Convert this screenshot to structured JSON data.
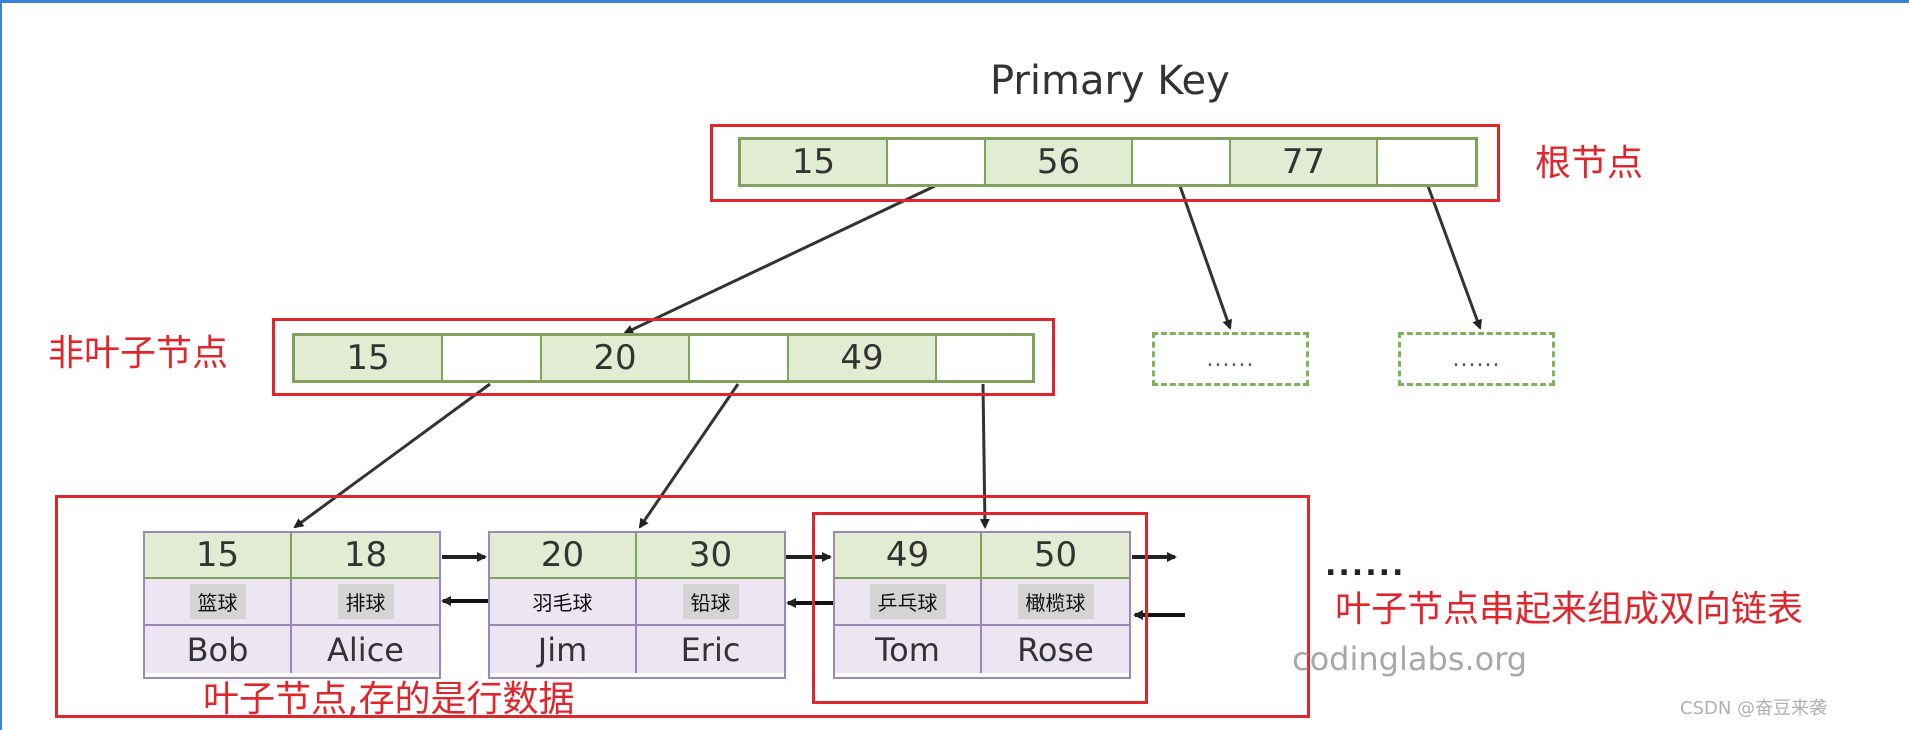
{
  "title": "Primary Key",
  "labels": {
    "root": "根节点",
    "non_leaf": "非叶子节点",
    "leaf_linked": "叶子节点串起来组成双向链表",
    "leaf_rows": "叶子节点,存的是行数据"
  },
  "root_keys": [
    "15",
    "56",
    "77"
  ],
  "nonleaf_keys": [
    "15",
    "20",
    "49"
  ],
  "placeholders": [
    "......",
    "......"
  ],
  "leaves": [
    {
      "keys": [
        "15",
        "18"
      ],
      "hobbies": [
        "篮球",
        "排球"
      ],
      "names": [
        "Bob",
        "Alice"
      ]
    },
    {
      "keys": [
        "20",
        "30"
      ],
      "hobbies": [
        "羽毛球",
        "铅球"
      ],
      "names": [
        "Jim",
        "Eric"
      ]
    },
    {
      "keys": [
        "49",
        "50"
      ],
      "hobbies": [
        "乒乓球",
        "橄榄球"
      ],
      "names": [
        "Tom",
        "Rose"
      ]
    }
  ],
  "continuation_dots": "......",
  "watermark": "codinglabs.org",
  "csdn_mark": "CSDN @奋豆来袭",
  "colors": {
    "red": "#e0262d",
    "green": "#7fa35a",
    "key_fill": "#e2ecd2",
    "purple": "#9b88b8",
    "row_fill": "#ece6f3",
    "arrow": "#222222"
  }
}
